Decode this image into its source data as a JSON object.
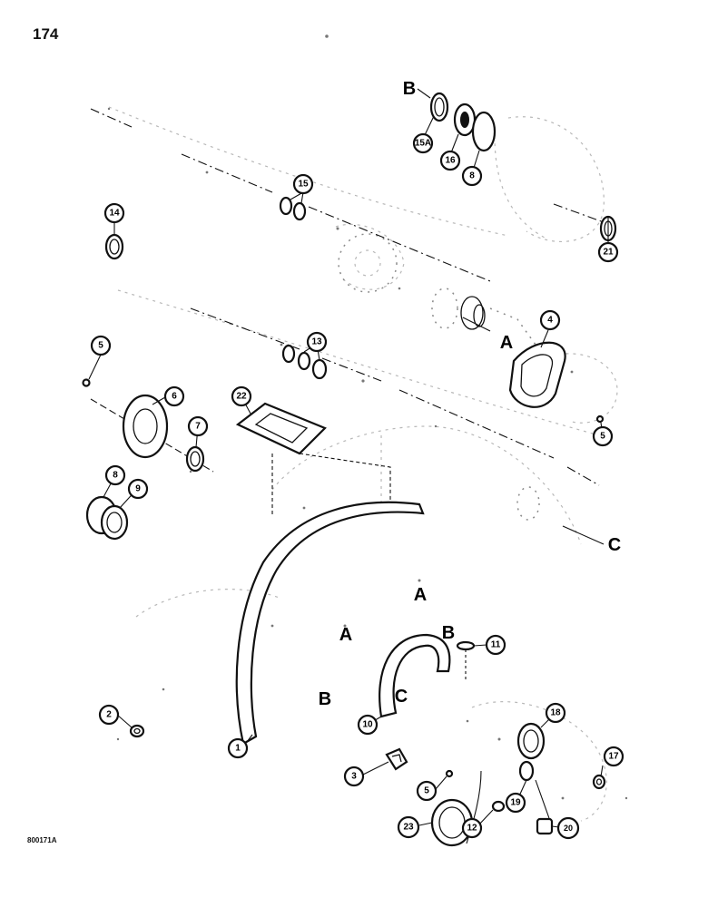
{
  "page": {
    "number": "174",
    "figure_code": "800171A"
  },
  "callouts": [
    {
      "id": "c1",
      "label": "1"
    },
    {
      "id": "c2",
      "label": "2"
    },
    {
      "id": "c3",
      "label": "3"
    },
    {
      "id": "c4",
      "label": "4"
    },
    {
      "id": "c5a",
      "label": "5"
    },
    {
      "id": "c5b",
      "label": "5"
    },
    {
      "id": "c5c",
      "label": "5"
    },
    {
      "id": "c6",
      "label": "6"
    },
    {
      "id": "c7",
      "label": "7"
    },
    {
      "id": "c8a",
      "label": "8"
    },
    {
      "id": "c8b",
      "label": "8"
    },
    {
      "id": "c9",
      "label": "9"
    },
    {
      "id": "c10",
      "label": "10"
    },
    {
      "id": "c11",
      "label": "11"
    },
    {
      "id": "c12",
      "label": "12"
    },
    {
      "id": "c13",
      "label": "13"
    },
    {
      "id": "c14",
      "label": "14"
    },
    {
      "id": "c15",
      "label": "15"
    },
    {
      "id": "c15a",
      "label": "15A"
    },
    {
      "id": "c16",
      "label": "16"
    },
    {
      "id": "c17",
      "label": "17"
    },
    {
      "id": "c18",
      "label": "18"
    },
    {
      "id": "c19",
      "label": "19"
    },
    {
      "id": "c20",
      "label": "20"
    },
    {
      "id": "c21",
      "label": "21"
    },
    {
      "id": "c22",
      "label": "22"
    },
    {
      "id": "c23",
      "label": "23"
    }
  ],
  "reference_letters": [
    {
      "id": "ref-b-top",
      "letter": "B"
    },
    {
      "id": "ref-a-shaft",
      "letter": "A"
    },
    {
      "id": "ref-c-shaft",
      "letter": "C"
    },
    {
      "id": "ref-a-case-upper",
      "letter": "A"
    },
    {
      "id": "ref-a-case-lower",
      "letter": "A"
    },
    {
      "id": "ref-b-case-right",
      "letter": "B"
    },
    {
      "id": "ref-b-case-left",
      "letter": "B"
    },
    {
      "id": "ref-c-case",
      "letter": "C"
    }
  ]
}
